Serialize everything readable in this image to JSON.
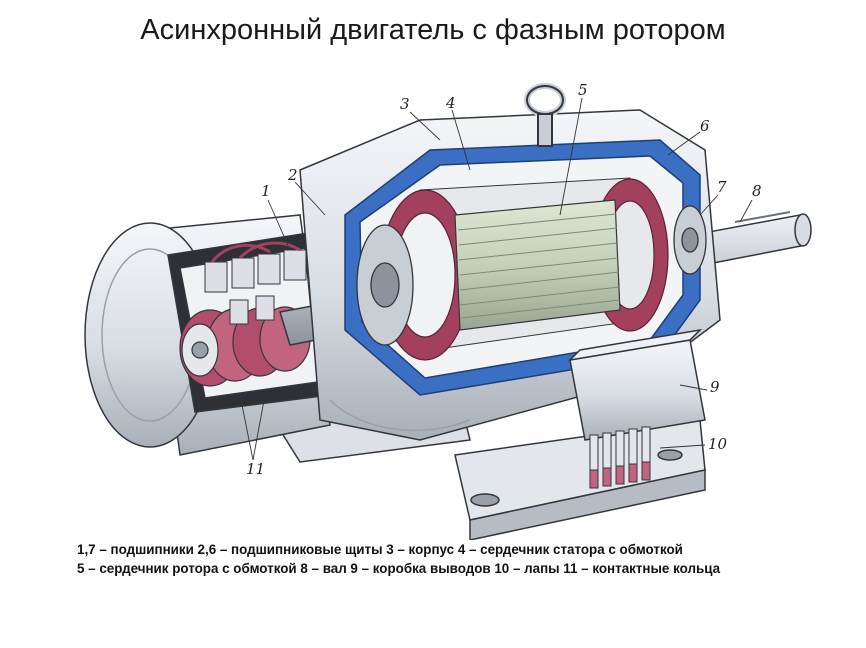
{
  "title": "Асинхронный двигатель с фазным ротором",
  "callouts": [
    "1",
    "2",
    "3",
    "4",
    "5",
    "6",
    "7",
    "8",
    "9",
    "10",
    "11"
  ],
  "legend": {
    "line1": "1,7 – подшипники   2,6 – подшипниковые щиты   3 – корпус   4 – сердечник статора с обмоткой",
    "line2": "5 – сердечник ротора с обмоткой  8 – вал  9 – коробка выводов  10 – лапы  11 – контактные кольца"
  },
  "colors": {
    "housing_blue": "#3a6fc4",
    "winding_red": "#a2405e",
    "steel_gray": "#d7dbe2",
    "outline": "#33363c"
  }
}
